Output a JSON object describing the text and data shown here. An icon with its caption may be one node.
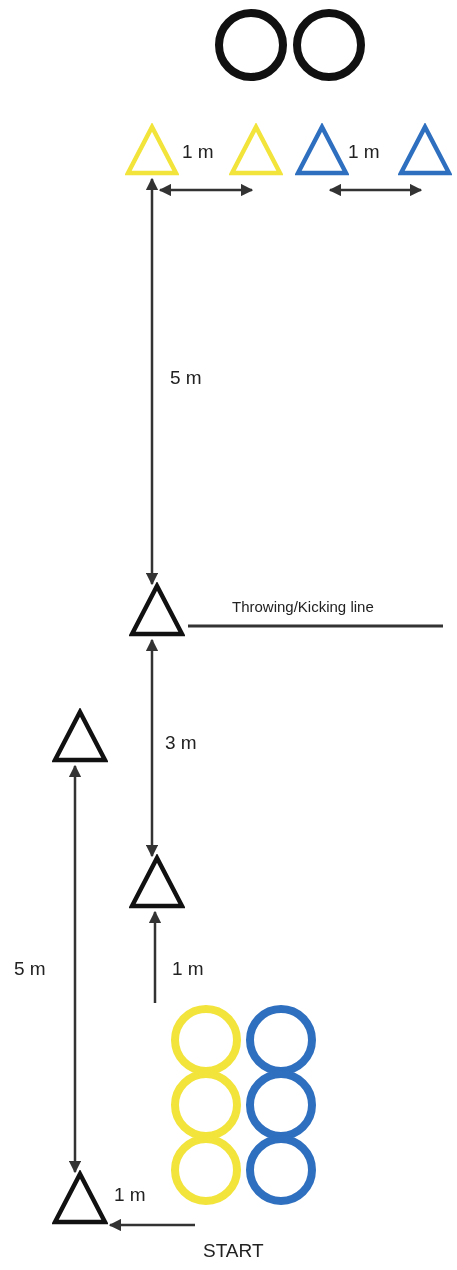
{
  "diagram": {
    "nodes": [
      {
        "text": [],
        "shape": "circle"
      },
      {
        "text": [],
        "shape": "circle"
      },
      {
        "text": [],
        "shape": "triangle"
      },
      {
        "text": [],
        "shape": "triangle"
      },
      {
        "text": [],
        "shape": "triangle"
      },
      {
        "text": [],
        "shape": "triangle"
      },
      {
        "text": [],
        "shape": "triangle"
      },
      {
        "text": [],
        "shape": "triangle"
      },
      {
        "text": [],
        "shape": "triangle"
      },
      {
        "text": [],
        "shape": "circle"
      },
      {
        "text": [],
        "shape": "circle"
      },
      {
        "text": [],
        "shape": "circle"
      },
      {
        "text": [],
        "shape": "circle"
      },
      {
        "text": [],
        "shape": "circle"
      },
      {
        "text": [],
        "shape": "circle"
      },
      {
        "text": [],
        "shape": "triangle"
      }
    ],
    "edges": [
      {
        "from": 2,
        "to": 3,
        "arrow": "both",
        "label": "1 m"
      },
      {
        "from": 4,
        "to": 5,
        "arrow": "both",
        "label": "1 m"
      },
      {
        "from": 2,
        "to": 6,
        "arrow": "both",
        "label": "5 m"
      },
      {
        "from": 6,
        "to": 8,
        "arrow": "both",
        "label": "3 m"
      },
      {
        "from": 7,
        "to": 15,
        "arrow": "both",
        "label": "5 m"
      },
      {
        "from": null,
        "to": 8,
        "arrow": "to",
        "label": "1 m"
      },
      {
        "from": null,
        "to": 15,
        "arrow": "to",
        "label": "1 m"
      }
    ],
    "labels": [
      "Throwing/Kicking line",
      "START"
    ]
  }
}
